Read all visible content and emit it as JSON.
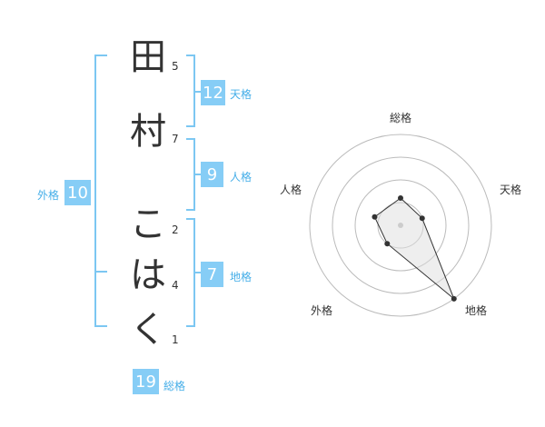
{
  "name": {
    "chars": [
      "田",
      "村",
      "こ",
      "は",
      "く"
    ],
    "strokes": [
      "5",
      "7",
      "2",
      "4",
      "1"
    ]
  },
  "fortunes": {
    "tenkaku": {
      "value": "12",
      "label": "天格"
    },
    "jinkaku": {
      "value": "9",
      "label": "人格"
    },
    "chikaku": {
      "value": "7",
      "label": "地格"
    },
    "gaikaku": {
      "value": "10",
      "label": "外格"
    },
    "soukaku": {
      "value": "19",
      "label": "総格"
    }
  },
  "radar": {
    "axes": [
      "総格",
      "天格",
      "地格",
      "外格",
      "人格"
    ],
    "values": [
      0.3,
      0.25,
      1.0,
      0.25,
      0.3
    ],
    "rings": 4,
    "line_color": "#333333",
    "fill_color": "#dddddd",
    "ring_color": "#bbbbbb"
  }
}
